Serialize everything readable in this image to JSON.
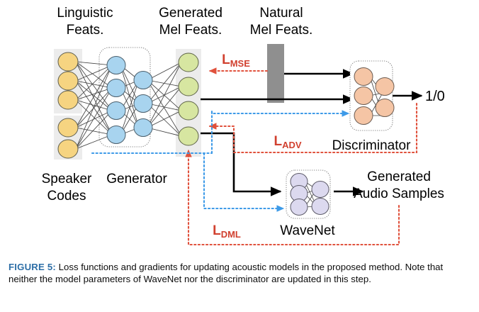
{
  "figure": {
    "number_label": "FIGURE 5:",
    "caption": " Loss functions and gradients for updating acoustic models in the proposed method. Note that neither the model parameters of WaveNet nor the discriminator are updated in this step.",
    "accent_color": "#2e6fa7"
  },
  "diagram": {
    "title_labels": {
      "linguistic_line1": "Linguistic",
      "linguistic_line2": "Feats.",
      "generated_mel_line1": "Generated",
      "generated_mel_line2": "Mel Feats.",
      "natural_mel_line1": "Natural",
      "natural_mel_line2": "Mel Feats."
    },
    "bottom_labels": {
      "speaker_line1": "Speaker",
      "speaker_line2": "Codes",
      "generator": "Generator",
      "discriminator": "Discriminator",
      "wavenet": "WaveNet",
      "generated_audio_line1": "Generated",
      "generated_audio_line2": "Audio Samples"
    },
    "output_label": "1/0",
    "losses": [
      {
        "name": "loss-mse",
        "base": "L",
        "sub": "MSE",
        "color": "#d1402f"
      },
      {
        "name": "loss-adv",
        "base": "L",
        "sub": "ADV",
        "color": "#d1402f"
      },
      {
        "name": "loss-dml",
        "base": "L",
        "sub": "DML",
        "color": "#d1402f"
      }
    ],
    "colors": {
      "input_node": "#f6d481",
      "hidden_node": "#a8d4ef",
      "output_node": "#d7e6a1",
      "discriminator_node": "#f5c5a5",
      "wavenet_node": "#dcd9ef",
      "natural_bar": "#8f8f8f",
      "backing": "#ececec",
      "gradient_red": "#e0513c",
      "gradient_blue": "#3d9ae8",
      "solid_black": "#000000"
    },
    "node_counts": {
      "linguistic_feats": 3,
      "speaker_codes": 2,
      "generator_hidden_1": 4,
      "generator_hidden_2": 3,
      "generated_mel": 4,
      "discriminator_layer1": 3,
      "discriminator_layer2": 2,
      "wavenet_layer1": 3,
      "wavenet_layer2": 2
    }
  }
}
